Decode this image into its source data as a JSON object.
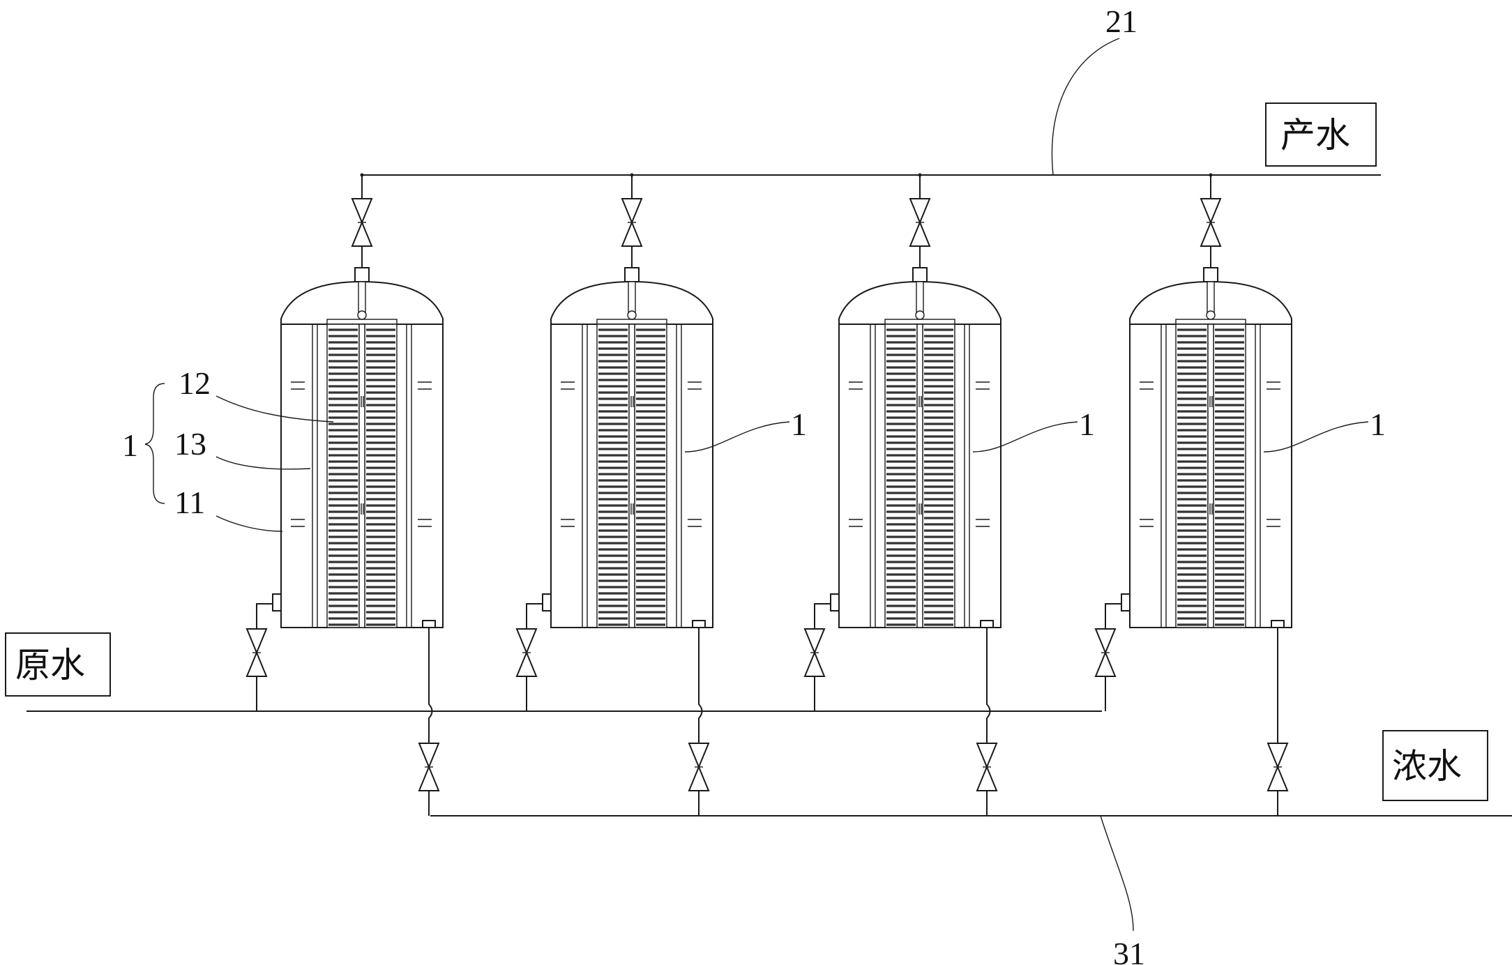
{
  "labels": {
    "product_water": "产水",
    "raw_water": "原水",
    "concentrate_water": "浓水",
    "ref_product_line": "21",
    "ref_concentrate_line": "31",
    "ref_unit": "1",
    "ref_12": "12",
    "ref_13": "13",
    "ref_11": "11"
  },
  "vessels": [
    {
      "id": "vessel-1",
      "ref": ""
    },
    {
      "id": "vessel-2",
      "ref": "1"
    },
    {
      "id": "vessel-3",
      "ref": "1"
    },
    {
      "id": "vessel-4",
      "ref": "1"
    }
  ],
  "colors": {
    "line": "#1a1a1a",
    "background": "#ffffff"
  }
}
